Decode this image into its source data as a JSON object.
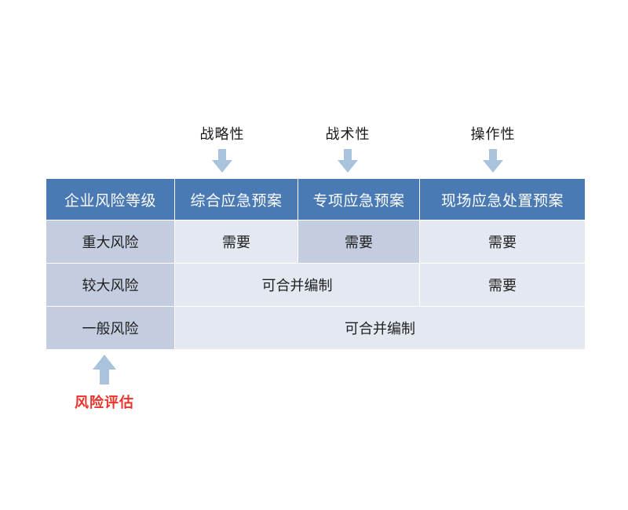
{
  "figure": {
    "background_color": "#ffffff",
    "header_color": "#4a7ab4",
    "rowhead_color": "#c3cddf",
    "cell_color": "#e4e9f1",
    "highlight_cell_color": "#c3cddf",
    "arrow_color": "#a9c3dd",
    "accent_red": "#ea332b"
  },
  "top_annotations": [
    {
      "label": "战略性",
      "icon": "arrow-down-icon",
      "target_column": 1
    },
    {
      "label": "战术性",
      "icon": "arrow-down-icon",
      "target_column": 2
    },
    {
      "label": "操作性",
      "icon": "arrow-down-icon",
      "target_column": 3
    }
  ],
  "bottom_annotation": {
    "label": "风险评估",
    "icon": "arrow-up-icon",
    "color": "#ea332b",
    "target_column": 0
  },
  "table": {
    "headers": [
      "企业风险等级",
      "综合应急预案",
      "专项应急预案",
      "现场应急处置预案"
    ],
    "rows": [
      {
        "level": "重大风险",
        "cells": [
          {
            "text": "需要",
            "span": 1,
            "highlight": false
          },
          {
            "text": "需要",
            "span": 1,
            "highlight": true
          },
          {
            "text": "需要",
            "span": 1,
            "highlight": false
          }
        ]
      },
      {
        "level": "较大风险",
        "cells": [
          {
            "text": "可合并编制",
            "span": 2,
            "highlight": false
          },
          {
            "text": "需要",
            "span": 1,
            "highlight": false
          }
        ]
      },
      {
        "level": "一般风险",
        "cells": [
          {
            "text": "可合并编制",
            "span": 3,
            "highlight": false
          }
        ]
      }
    ]
  }
}
